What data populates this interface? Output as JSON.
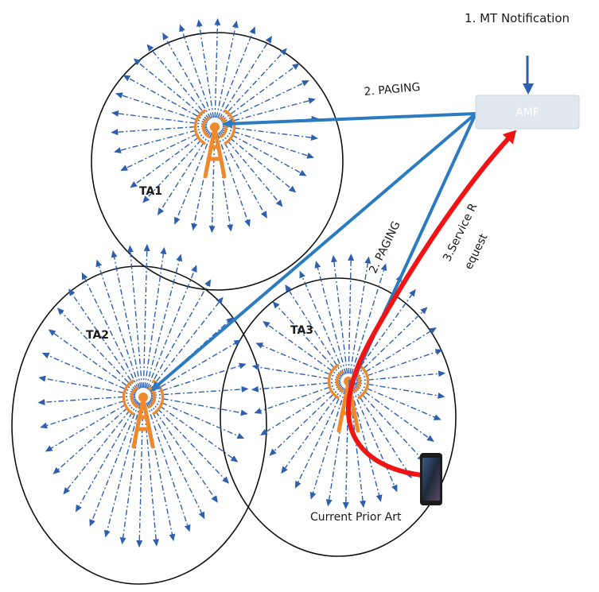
{
  "labels": {
    "mt_notification": "1. MT Notification",
    "amf": "AMF",
    "paging_top": "2. PAGING",
    "paging_diag": "2. PAGING",
    "service_request_line1": "3.Service R",
    "service_request_line2": "equest",
    "ta1": "TA1",
    "ta2": "TA2",
    "ta3": "TA3",
    "caption": "Current Prior Art"
  },
  "colors": {
    "beam": "#2e5fae",
    "paging_arrow": "#2a7bc0",
    "service_arrow": "#f01414",
    "tower": "#ee8a2d",
    "cell_border": "#111111",
    "amf_box": "#dfe9ef"
  },
  "icons": {
    "tower": "cell-tower-icon",
    "phone": "smartphone-icon"
  }
}
